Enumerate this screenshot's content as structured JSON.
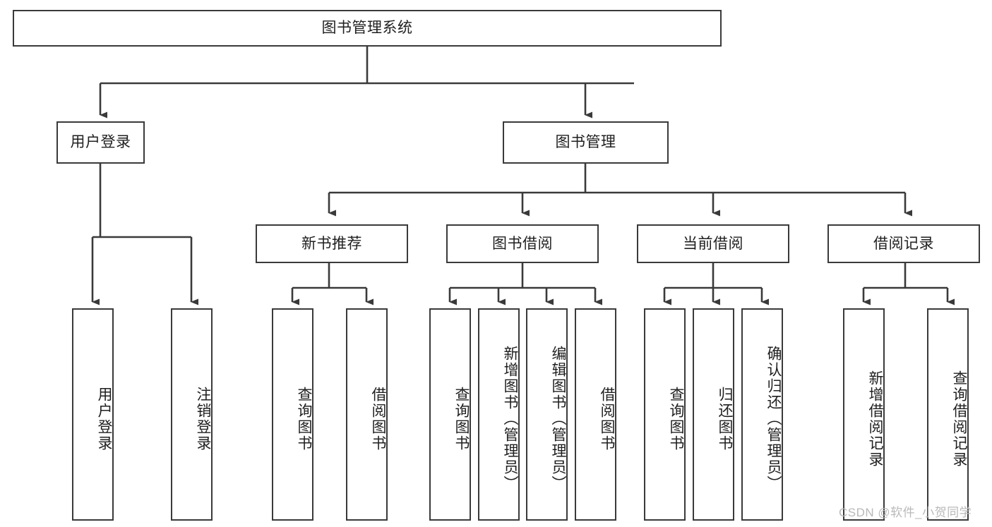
{
  "diagram": {
    "type": "tree-hierarchy",
    "title": "图书管理系统",
    "root": {
      "id": "root",
      "label": "图书管理系统"
    },
    "level2": [
      {
        "id": "user-login",
        "label": "用户登录"
      },
      {
        "id": "book-manage",
        "label": "图书管理"
      }
    ],
    "level3": [
      {
        "id": "new-book-rec",
        "label": "新书推荐",
        "parent": "book-manage"
      },
      {
        "id": "book-borrow",
        "label": "图书借阅",
        "parent": "book-manage"
      },
      {
        "id": "current-borrow",
        "label": "当前借阅",
        "parent": "book-manage"
      },
      {
        "id": "borrow-record",
        "label": "借阅记录",
        "parent": "book-manage"
      }
    ],
    "leaves": [
      {
        "id": "leaf-user-login",
        "label": "用户登录",
        "parent": "user-login"
      },
      {
        "id": "leaf-logout-login",
        "label": "注销登录",
        "parent": "user-login"
      },
      {
        "id": "leaf-query-book-1",
        "label": "查询图书",
        "parent": "new-book-rec"
      },
      {
        "id": "leaf-borrow-book-1",
        "label": "借阅图书",
        "parent": "new-book-rec"
      },
      {
        "id": "leaf-query-book-2",
        "label": "查询图书",
        "parent": "book-borrow"
      },
      {
        "id": "leaf-add-book",
        "label": "新增图书（管理员）",
        "parent": "book-borrow"
      },
      {
        "id": "leaf-edit-book",
        "label": "编辑图书（管理员）",
        "parent": "book-borrow"
      },
      {
        "id": "leaf-borrow-book-2",
        "label": "借阅图书",
        "parent": "book-borrow"
      },
      {
        "id": "leaf-query-book-3",
        "label": "查询图书",
        "parent": "current-borrow"
      },
      {
        "id": "leaf-return-book",
        "label": "归还图书",
        "parent": "current-borrow"
      },
      {
        "id": "leaf-confirm-return",
        "label": "确认归还（管理员）",
        "parent": "current-borrow"
      },
      {
        "id": "leaf-add-record",
        "label": "新增借阅记录",
        "parent": "borrow-record"
      },
      {
        "id": "leaf-query-record",
        "label": "查询借阅记录",
        "parent": "borrow-record"
      }
    ],
    "colors": {
      "stroke": "#3a3a3a",
      "text": "#1f1f1f",
      "background": "#ffffff",
      "watermark": "#b9b9b9"
    }
  },
  "watermark": {
    "text": "CSDN @软件_小贺同学"
  }
}
